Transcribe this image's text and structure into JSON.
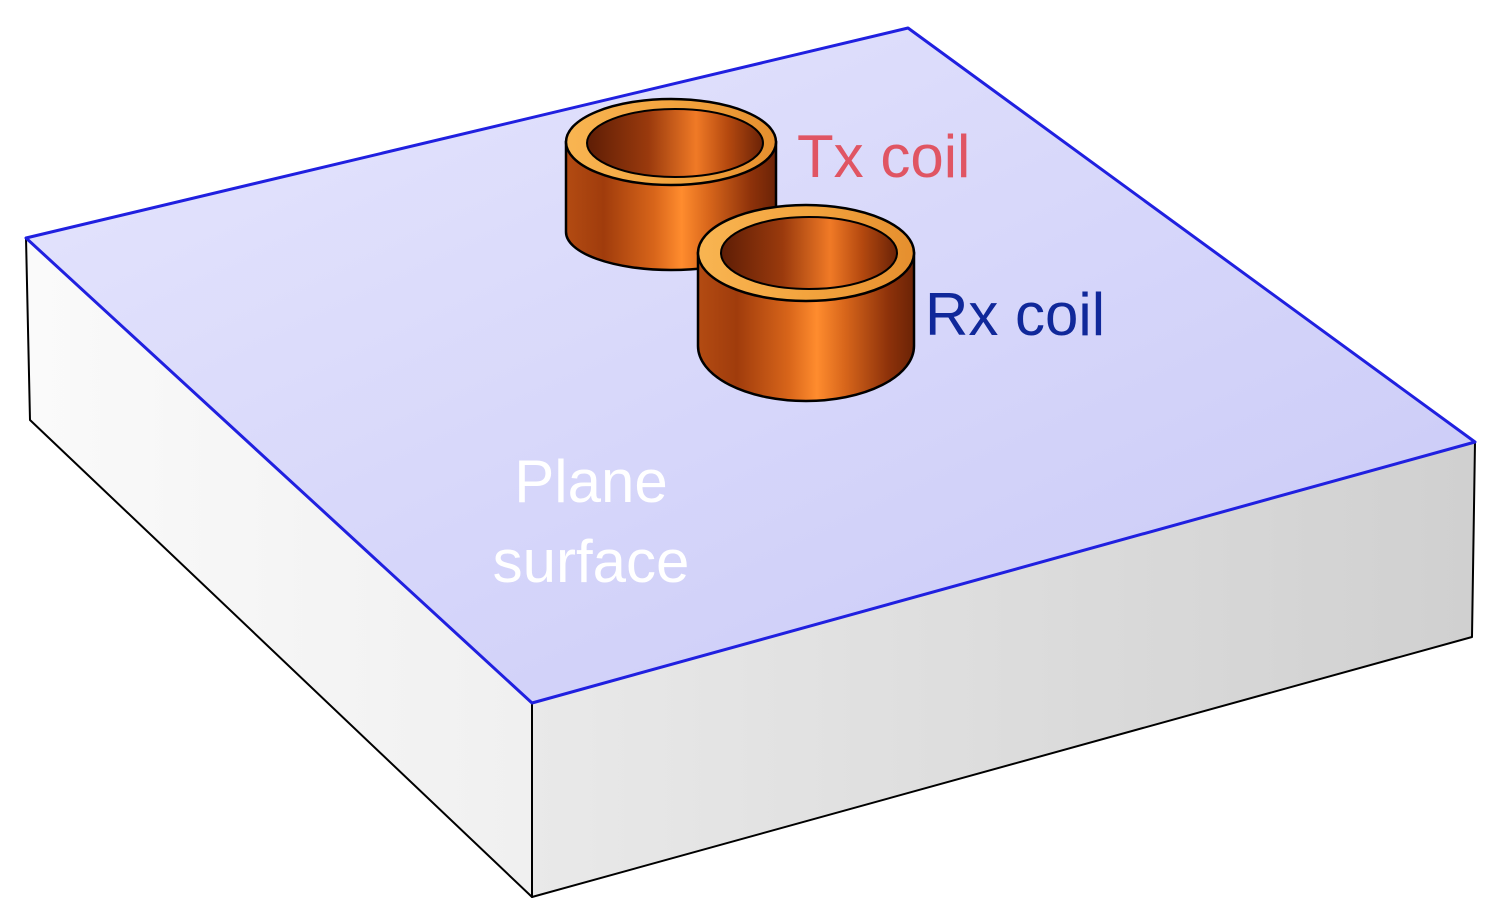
{
  "labels": {
    "tx": "Tx coil",
    "rx": "Rx coil",
    "plane_line1": "Plane",
    "plane_line2": "surface"
  },
  "colors": {
    "background": "#ffffff",
    "top_surface": "#d4d4fa",
    "top_edge": "#2020e0",
    "front_face": "#d6d6d6",
    "left_face": "#f2f2f2",
    "outline": "#000000",
    "copper_dark": "#6a2106",
    "copper_mid": "#b14a10",
    "copper_light": "#ff8a2a",
    "ring_top": "#f6ad4a",
    "tx_label": "#e05563",
    "rx_label": "#10289a",
    "plane_label": "#ffffff"
  }
}
